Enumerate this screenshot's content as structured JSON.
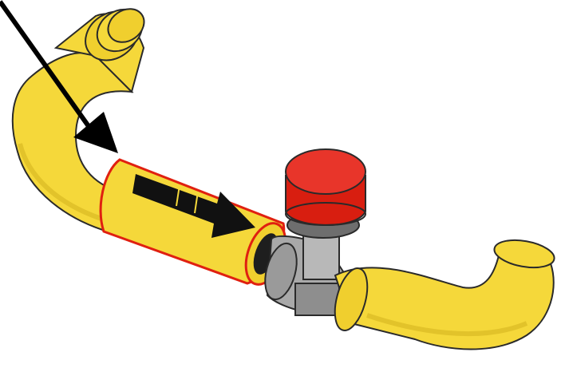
{
  "scene": {
    "background": "#ffffff",
    "colors": {
      "pipe": "#f5d83a",
      "pipe_shade": "#d6b51f",
      "pipe_outline": "#2a2a2a",
      "highlight_sleeve": "#e02010",
      "flow_arrow": "#111111",
      "valve_body": "#a9a9a9",
      "valve_body_dark": "#6e6e6e",
      "valve_cap": "#d81e10",
      "valve_cap_top": "#e8352a",
      "pointer_arrow": "#000000"
    },
    "parts": [
      "elbow-pipe-left",
      "pipe-sleeve-highlighted",
      "flow-direction-arrow",
      "valve",
      "valve-cap",
      "elbow-pipe-right",
      "pointer-arrow"
    ]
  }
}
